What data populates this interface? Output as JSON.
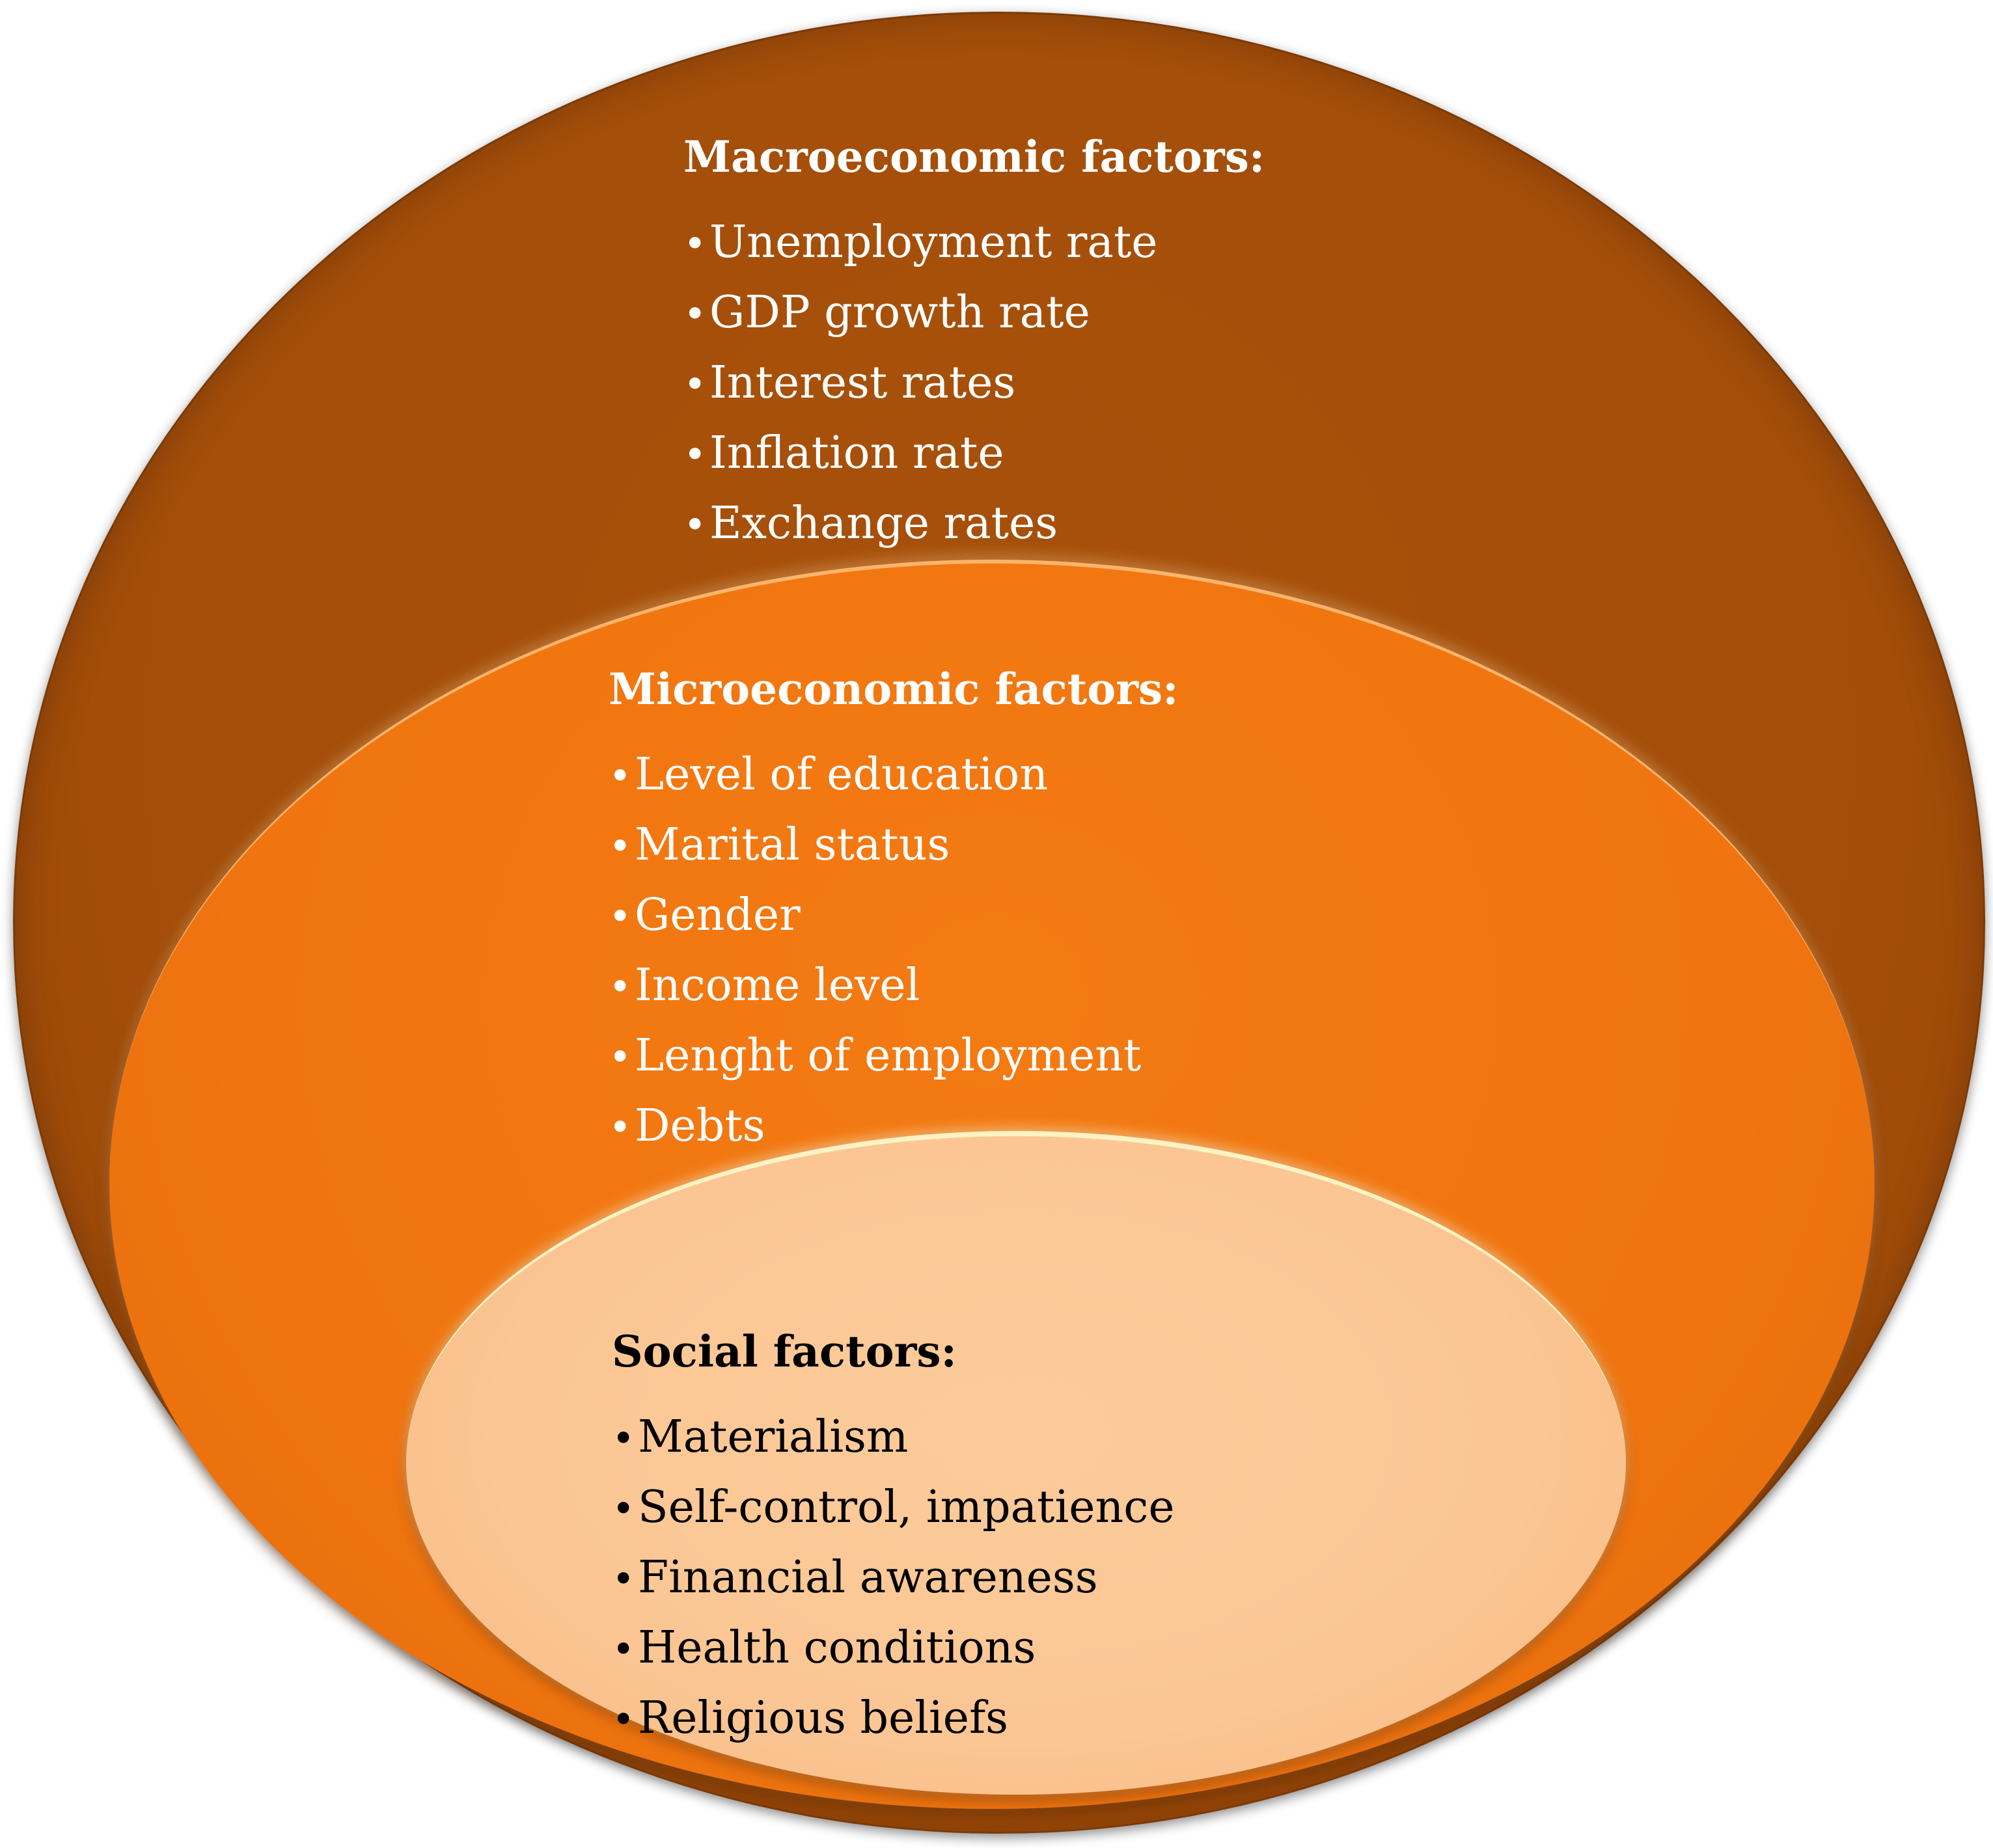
{
  "macro": {
    "title": "Macroeconomic factors:",
    "items": [
      "Unemployment rate",
      "GDP growth rate",
      "Interest rates",
      "Inflation rate",
      "Exchange rates"
    ],
    "color": "#a34e0a"
  },
  "micro": {
    "title": "Microeconomic factors:",
    "items": [
      "Level of education",
      "Marital status",
      "Gender",
      "Income level",
      "Lenght of employment",
      "Debts"
    ],
    "color": "#f07510"
  },
  "social": {
    "title": "Social factors:",
    "items": [
      "Materialism",
      "Self-control, impatience",
      "Financial awareness",
      "Health conditions",
      "Religious beliefs"
    ],
    "color": "#fbc694"
  },
  "bullet": "•"
}
